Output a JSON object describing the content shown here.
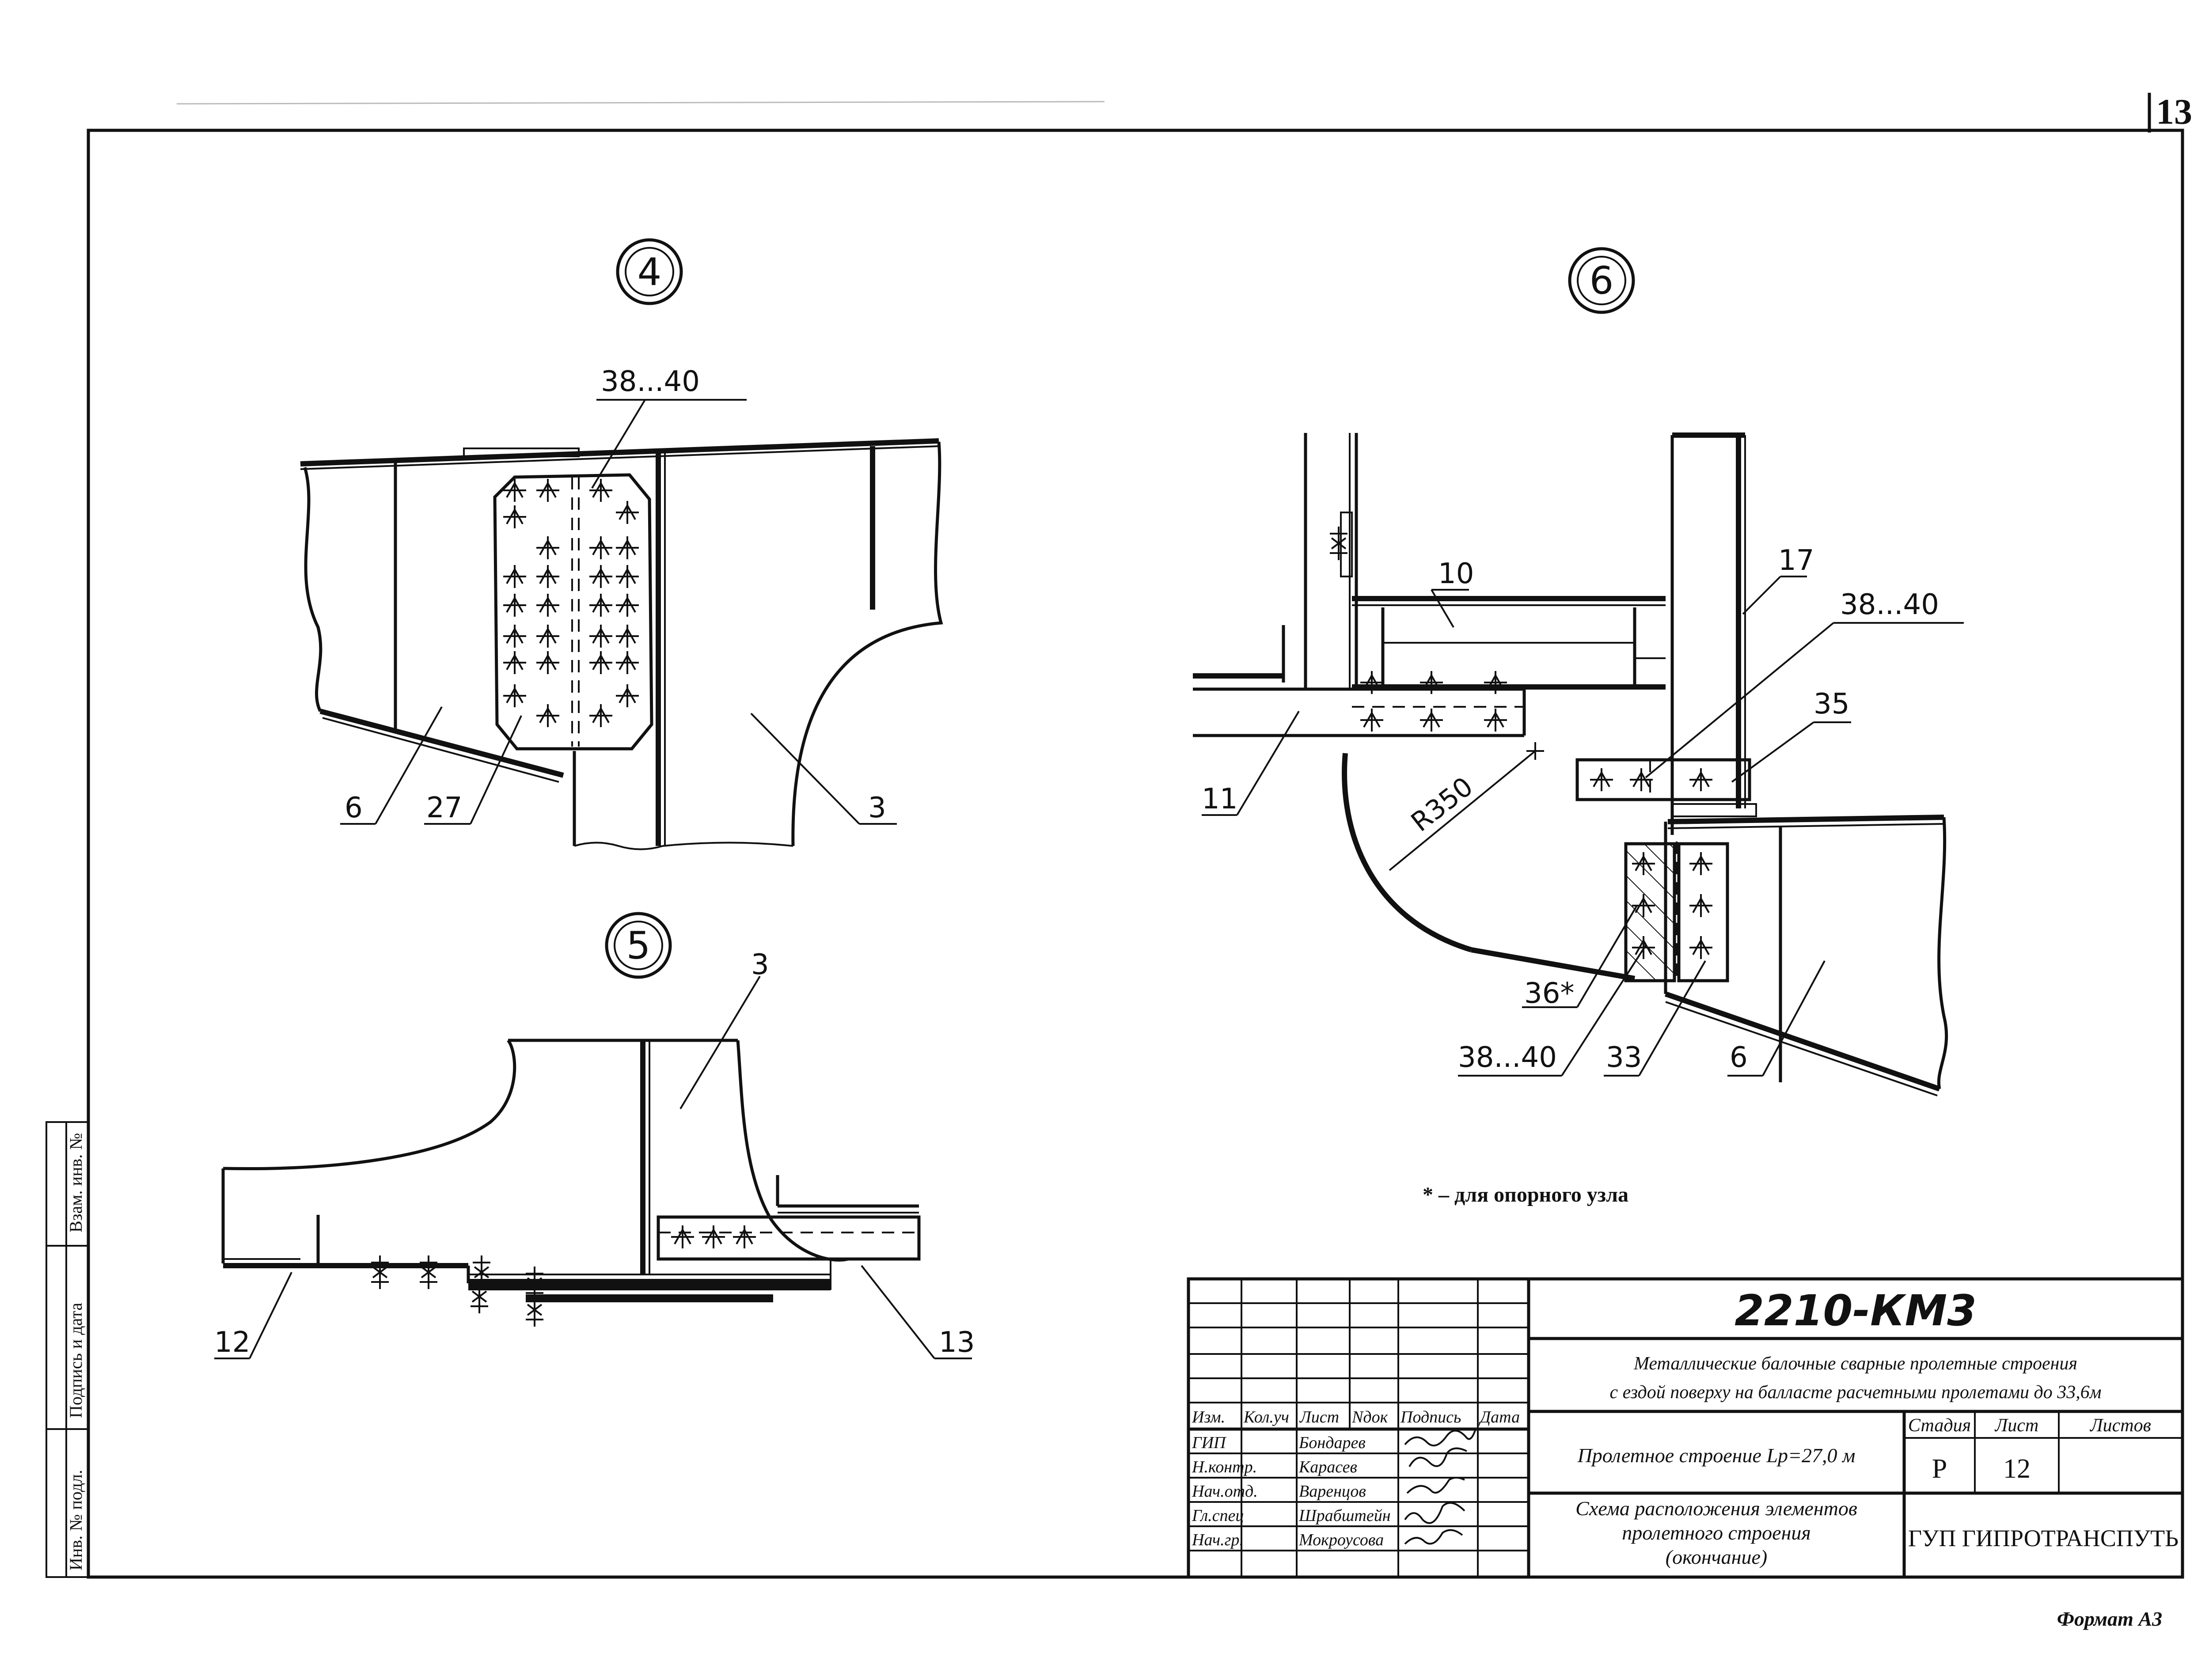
{
  "page": {
    "page_number": "13",
    "format_label": "Формат А3",
    "footnote": "* – для опорного узла"
  },
  "views": {
    "node4": {
      "number": "4",
      "labels": {
        "bolts": "38...40",
        "l6": "6",
        "l27": "27",
        "l3": "3"
      }
    },
    "node5": {
      "number": "5",
      "labels": {
        "l3": "3",
        "l12": "12",
        "l13": "13"
      }
    },
    "node6": {
      "number": "6",
      "labels": {
        "l10": "10",
        "l17": "17",
        "bolts_top": "38...40",
        "l35": "35",
        "l11": "11",
        "radius": "R350",
        "l36": "36*",
        "bolts_bottom": "38...40",
        "l33": "33",
        "l6": "6"
      }
    }
  },
  "left_margin": {
    "inv_orig": "Инв. № подл.",
    "sign_date": "Подпись и дата",
    "vzam": "Взам. инв. №"
  },
  "title_block": {
    "doc_code": "2210-КМ3",
    "description_line1": "Металлические балочные сварные пролетные строения",
    "description_line2": "с ездой поверху на балласте расчетными пролетами до 33,6м",
    "object": "Пролетное строение Lp=27,0 м",
    "sheet_title_line1": "Схема расположения элементов",
    "sheet_title_line2": "пролетного строения",
    "sheet_title_line3": "(окончание)",
    "organization": "ГУП ГИПРОТРАНСПУТЬ",
    "headers": {
      "izm": "Изм.",
      "kol_uch": "Кол.уч",
      "list": "Лист",
      "ndok": "Nдок",
      "podpis": "Подпись",
      "data": "Дата"
    },
    "stage_headers": {
      "stage": "Стадия",
      "sheet": "Лист",
      "sheets": "Листов"
    },
    "stage_values": {
      "stage": "Р",
      "sheet": "12",
      "sheets": ""
    },
    "people": [
      {
        "role": "ГИП",
        "name": "Бондарев"
      },
      {
        "role": "Н.контр.",
        "name": "Карасев"
      },
      {
        "role": "Нач.отд.",
        "name": "Варенцов"
      },
      {
        "role": "Гл.спец",
        "name": "Шрабштейн"
      },
      {
        "role": "Нач.гр.",
        "name": "Мокроусова"
      }
    ]
  }
}
